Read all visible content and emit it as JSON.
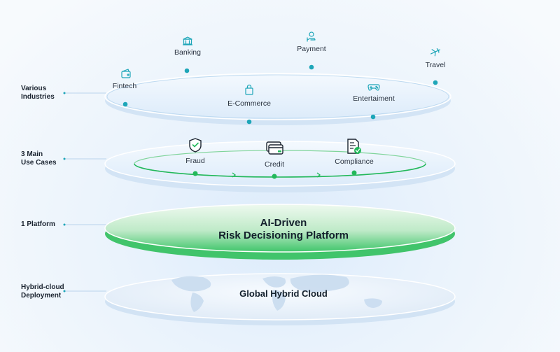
{
  "layers": {
    "industries": {
      "label_line1": "Various",
      "label_line2": "Industries",
      "items": {
        "banking": "Banking",
        "payment": "Payment",
        "travel": "Travel",
        "fintech": "Fintech",
        "ecommerce": "E-Commerce",
        "entertainment": "Entertaiment"
      }
    },
    "use_cases": {
      "label_line1": "3 Main",
      "label_line2": "Use Cases",
      "items": {
        "fraud": "Fraud",
        "credit": "Credit",
        "compliance": "Compliance"
      }
    },
    "platform": {
      "label": "1 Platform",
      "title_line1": "AI-Driven",
      "title_line2": "Risk Decisioning Platform"
    },
    "cloud": {
      "label_line1": "Hybrid-cloud",
      "label_line2": "Deployment",
      "title": "Global Hybrid Cloud"
    }
  },
  "icons": {
    "banking": "bank-icon",
    "payment": "payment-hand-icon",
    "travel": "airplane-icon",
    "fintech": "wallet-icon",
    "ecommerce": "shopping-bag-icon",
    "entertainment": "gamepad-icon",
    "fraud": "shield-check-icon",
    "credit": "credit-cards-icon",
    "compliance": "document-check-icon"
  },
  "colors": {
    "accent_green": "#22b85a",
    "teal_dot": "#1ea6b8",
    "text_dark": "#1b2430"
  }
}
